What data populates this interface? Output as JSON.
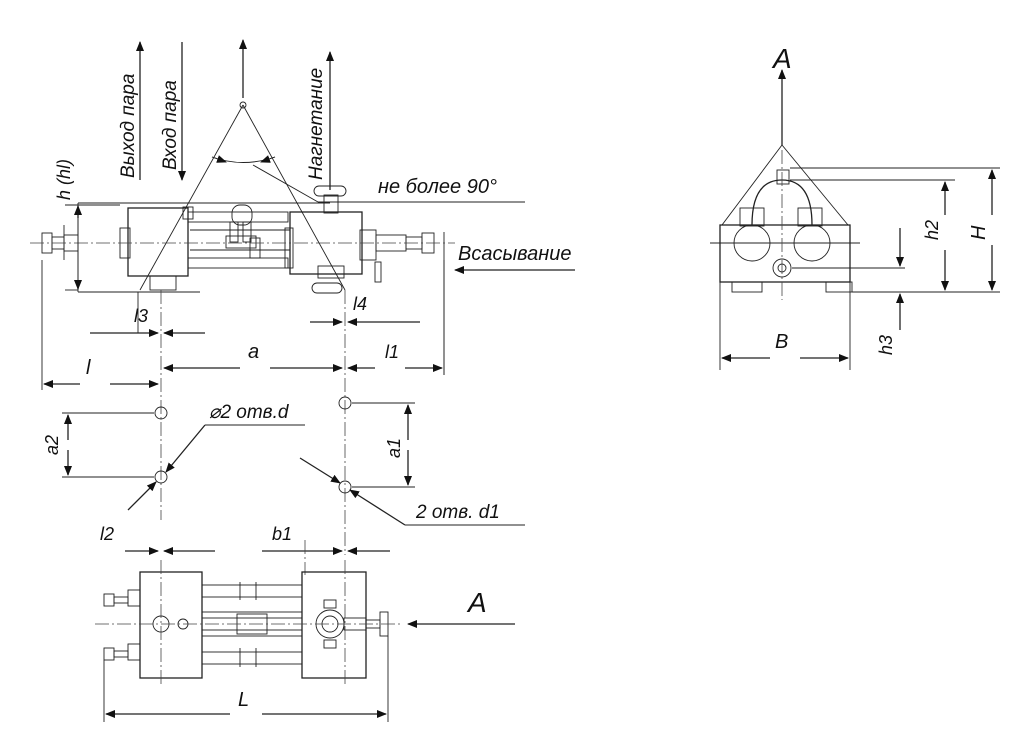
{
  "labels": {
    "steam_out": "Выход пара",
    "steam_in": "Вход пара",
    "discharge": "Нагнетание",
    "angle_note": "не более 90°",
    "suction": "Всасывание",
    "h_hl": "h (hl)",
    "l3": "l3",
    "l4": "l4",
    "a": "a",
    "l1": "l1",
    "l": "l",
    "holes_d": "⌀2 отв.d",
    "a2": "a2",
    "a1": "a1",
    "holes_d1": "2 отв. d1",
    "l2": "l2",
    "b1": "b1",
    "L": "L",
    "view_A_left": "A",
    "view_A_right": "A",
    "h2": "h2",
    "H": "H",
    "B": "B",
    "h3": "h3"
  }
}
